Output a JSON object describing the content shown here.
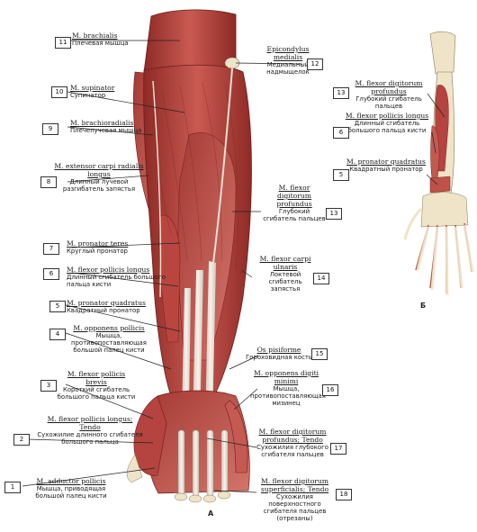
{
  "figure_letters": {
    "a": "А",
    "b": "Б"
  },
  "labels": [
    {
      "num": "11",
      "lat": "M. brachialis",
      "ru": "Плечевая мышца"
    },
    {
      "num": "12",
      "lat": "Epicondylus medialis",
      "ru": "Медиальный надмыщелок"
    },
    {
      "num": "10",
      "lat": "M. supinator",
      "ru": "Супинатор"
    },
    {
      "num": "9",
      "lat": "M. brachioradialis",
      "ru": "Плечелучевая мышца"
    },
    {
      "num": "8",
      "lat": "M. extensor carpi radialis longus",
      "ru": "Длинный лучевой разгибатель запястья"
    },
    {
      "num": "13",
      "lat": "M. flexor digitorum profundus",
      "ru": "Глубокий сгибатель пальцев"
    },
    {
      "num": "7",
      "lat": "M. pronator teres",
      "ru": "Круглый пронатор"
    },
    {
      "num": "6",
      "lat": "M. flexor pollicis longus",
      "ru": "Длинный сгибатель большого пальца кисти"
    },
    {
      "num": "14",
      "lat": "M. flexor carpi ulnaris",
      "ru": "Локтевой сгибатель запястья"
    },
    {
      "num": "5",
      "lat": "M. pronator quadratus",
      "ru": "Квадратный пронатор"
    },
    {
      "num": "4",
      "lat": "M. opponens pollicis",
      "ru": "Мышца, противопоставляющая большой палец кисти"
    },
    {
      "num": "15",
      "lat": "Os pisiforme",
      "ru": "Гороховидная кость"
    },
    {
      "num": "3",
      "lat": "M. flexor pollicis brevis",
      "ru": "Короткий сгибатель большого пальца кисти"
    },
    {
      "num": "16",
      "lat": "M. opponens digiti minimi",
      "ru": "Мышца, противопоставляющая мизинец"
    },
    {
      "num": "2",
      "lat": "M. flexor pollicis longus; Tendo",
      "ru": "Сухожилие длинного сгибателя большого пальца"
    },
    {
      "num": "17",
      "lat": "M. flexor digitorum profundus; Tendo",
      "ru": "Сухожилия глубокого сгибателя пальцев"
    },
    {
      "num": "1",
      "lat": "M. adductor pollicis",
      "ru": "Мышца, приводящая большой палец кисти"
    },
    {
      "num": "18",
      "lat": "M. flexor digitorum superficialis; Tendo",
      "ru": "Сухожилия поверхностного сгибателя пальцев (отрезаны)"
    }
  ],
  "inset_labels": [
    {
      "num": "13",
      "lat": "M. flexor digitorum profundus",
      "ru": "Глубокий сгибатель пальцев"
    },
    {
      "num": "6",
      "lat": "M. flexor pollicis longus",
      "ru": "Длинный сгибатель большого пальца кисти"
    },
    {
      "num": "5",
      "lat": "M. pronator quadratus",
      "ru": "Квадратный пронатор"
    }
  ],
  "colors": {
    "muscle": "#b5433f",
    "muscle_dark": "#7e2320",
    "tendon": "#e9e4dc",
    "bone": "#efe3c8",
    "line": "#222222"
  }
}
